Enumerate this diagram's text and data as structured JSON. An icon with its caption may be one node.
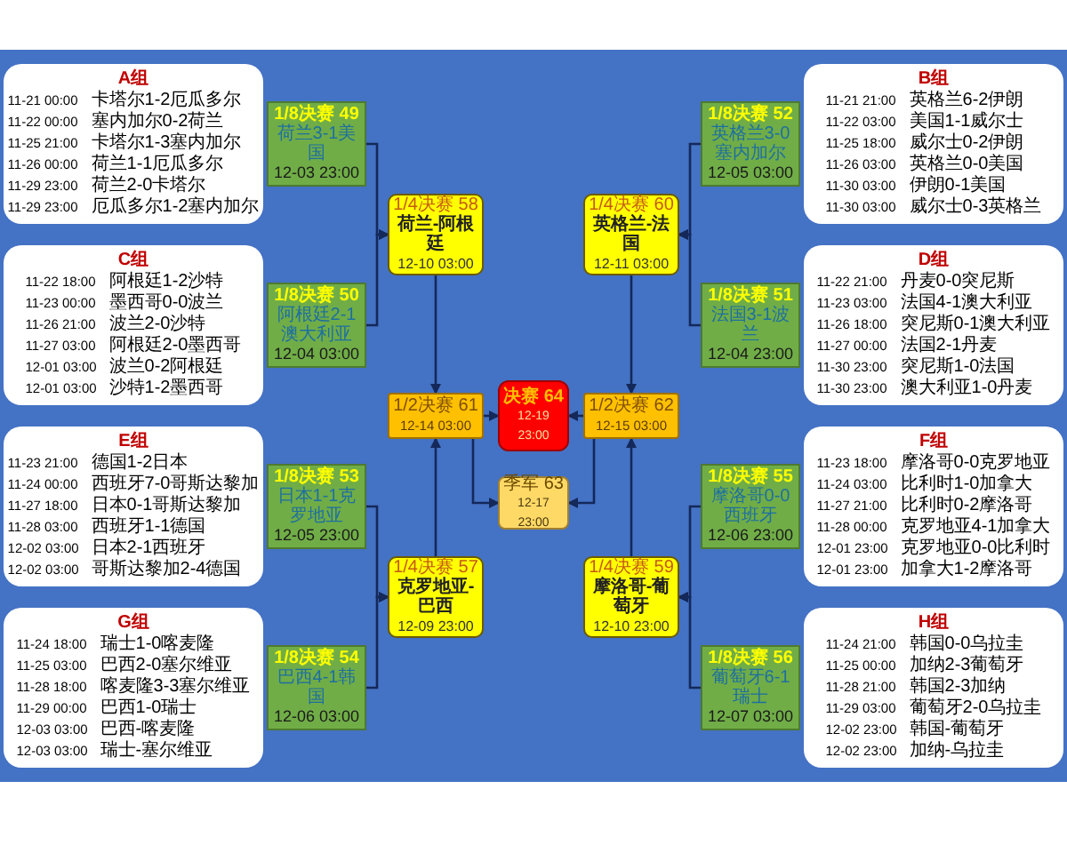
{
  "diagram": {
    "nodes": [
      {
        "text": [
          "A组",
          "11-21 00:00",
          "卡塔尔1-2厄瓜多尔",
          "11-22 00:00",
          "塞内加尔0-2荷兰",
          "11-25 21:00",
          "卡塔尔1-3塞内加尔",
          "11-26 00:00",
          "荷兰1-1厄瓜多尔",
          "11-29 23:00",
          "荷兰2-0卡塔尔",
          "11-29 23:00",
          "厄瓜多尔1-2塞内加尔"
        ]
      },
      {
        "text": [
          "C组",
          "11-22 18:00",
          "阿根廷1-2沙特",
          "11-23 00:00",
          "墨西哥0-0波兰",
          "11-26 21:00",
          "波兰2-0沙特",
          "11-27 03:00",
          "阿根廷2-0墨西哥",
          "12-01 03:00",
          "波兰0-2阿根廷",
          "12-01 03:00",
          "沙特1-2墨西哥"
        ]
      },
      {
        "text": [
          "E组",
          "11-23 21:00",
          "德国1-2日本",
          "11-24 00:00",
          "西班牙7-0哥斯达黎加",
          "11-27 18:00",
          "日本0-1哥斯达黎加",
          "11-28 03:00",
          "西班牙1-1德国",
          "12-02 03:00",
          "日本2-1西班牙",
          "12-02 03:00",
          "哥斯达黎加2-4德国"
        ]
      },
      {
        "text": [
          "G组",
          "11-24 18:00",
          "瑞士1-0喀麦隆",
          "11-25 03:00",
          "巴西2-0塞尔维亚",
          "11-28 18:00",
          "喀麦隆3-3塞尔维亚",
          "11-29 00:00",
          "巴西1-0瑞士",
          "12-03 03:00",
          "巴西-喀麦隆",
          "12-03 03:00",
          "瑞士-塞尔维亚"
        ]
      },
      {
        "text": [
          "1/8决赛 49",
          "荷兰3-1美国",
          "12-03 23:00"
        ]
      },
      {
        "text": [
          "1/8决赛 50",
          "阿根廷2-1澳大利亚",
          "12-04 03:00"
        ]
      },
      {
        "text": [
          "1/8决赛 53",
          "日本1-1克罗地亚",
          "12-05 23:00"
        ]
      },
      {
        "text": [
          "1/8决赛 54",
          "巴西4-1韩国",
          "12-06 03:00"
        ]
      },
      {
        "text": [
          "1/4决赛 58",
          "荷兰-阿根廷",
          "12-10 03:00"
        ]
      },
      {
        "text": [
          "1/4决赛 57",
          "克罗地亚-巴西",
          "12-09 23:00"
        ]
      },
      {
        "text": [
          "1/2决赛 61",
          "12-14 03:00"
        ]
      },
      {
        "text": [
          "决赛 64",
          "12-19 23:00"
        ]
      },
      {
        "text": [
          "季军 63",
          "12-17 23:00"
        ]
      },
      {
        "text": [
          "1/2决赛 62",
          "12-15 03:00"
        ]
      },
      {
        "text": [
          "1/4决赛 60",
          "英格兰-法国",
          "12-11 03:00"
        ]
      },
      {
        "text": [
          "1/4决赛 59",
          "摩洛哥-葡萄牙",
          "12-10 23:00"
        ]
      },
      {
        "text": [
          "1/8决赛 52",
          "英格兰3-0塞内加尔",
          "12-05 03:00"
        ]
      },
      {
        "text": [
          "1/8决赛 51",
          "法国3-1波兰",
          "12-04 23:00"
        ]
      },
      {
        "text": [
          "1/8决赛 55",
          "摩洛哥0-0西班牙",
          "12-06 23:00"
        ]
      },
      {
        "text": [
          "1/8决赛 56",
          "葡萄牙6-1瑞士",
          "12-07 03:00"
        ]
      },
      {
        "text": [
          "B组",
          "11-21 21:00",
          "英格兰6-2伊朗",
          "11-22 03:00",
          "美国1-1威尔士",
          "11-25 18:00",
          "威尔士0-2伊朗",
          "11-26 03:00",
          "英格兰0-0美国",
          "11-30 03:00",
          "伊朗0-1美国",
          "11-30 03:00",
          "威尔士0-3英格兰"
        ]
      },
      {
        "text": [
          "D组",
          "11-22 21:00",
          "丹麦0-0突尼斯",
          "11-23 03:00",
          "法国4-1澳大利亚",
          "11-26 18:00",
          "突尼斯0-1澳大利亚",
          "11-27 00:00",
          "法国2-1丹麦",
          "11-30 23:00",
          "突尼斯1-0法国",
          "11-30 23:00",
          "澳大利亚1-0丹麦"
        ]
      },
      {
        "text": [
          "F组",
          "11-23 18:00",
          "摩洛哥0-0克罗地亚",
          "11-24 03:00",
          "比利时1-0加拿大",
          "11-27 21:00",
          "比利时0-2摩洛哥",
          "11-28 00:00",
          "克罗地亚4-1加拿大",
          "12-01 23:00",
          "克罗地亚0-0比利时",
          "12-01 23:00",
          "加拿大1-2摩洛哥"
        ]
      },
      {
        "text": [
          "H组",
          "11-24 21:00",
          "韩国0-0乌拉圭",
          "11-25 00:00",
          "加纳2-3葡萄牙",
          "11-28 21:00",
          "韩国2-3加纳",
          "11-29 03:00",
          "葡萄牙2-0乌拉圭",
          "12-02 23:00",
          "韩国-葡萄牙",
          "12-02 23:00",
          "加纳-乌拉圭"
        ]
      }
    ],
    "edges": [
      {
        "from": 4,
        "to": 8,
        "arrow": "to"
      },
      {
        "from": 5,
        "to": 8,
        "arrow": "to"
      },
      {
        "from": 6,
        "to": 9,
        "arrow": "to"
      },
      {
        "from": 7,
        "to": 9,
        "arrow": "to"
      },
      {
        "from": 8,
        "to": 10,
        "arrow": "to"
      },
      {
        "from": 9,
        "to": 10,
        "arrow": "to"
      },
      {
        "from": 10,
        "to": 11,
        "arrow": "to"
      },
      {
        "from": 13,
        "to": 11,
        "arrow": "to"
      },
      {
        "from": 10,
        "to": 12,
        "arrow": "to"
      },
      {
        "from": 13,
        "to": 12,
        "arrow": "to"
      },
      {
        "from": 16,
        "to": 14,
        "arrow": "to"
      },
      {
        "from": 17,
        "to": 14,
        "arrow": "to"
      },
      {
        "from": 18,
        "to": 15,
        "arrow": "to"
      },
      {
        "from": 19,
        "to": 15,
        "arrow": "to"
      },
      {
        "from": 14,
        "to": 13,
        "arrow": "to"
      },
      {
        "from": 15,
        "to": 13,
        "arrow": "to"
      }
    ]
  }
}
